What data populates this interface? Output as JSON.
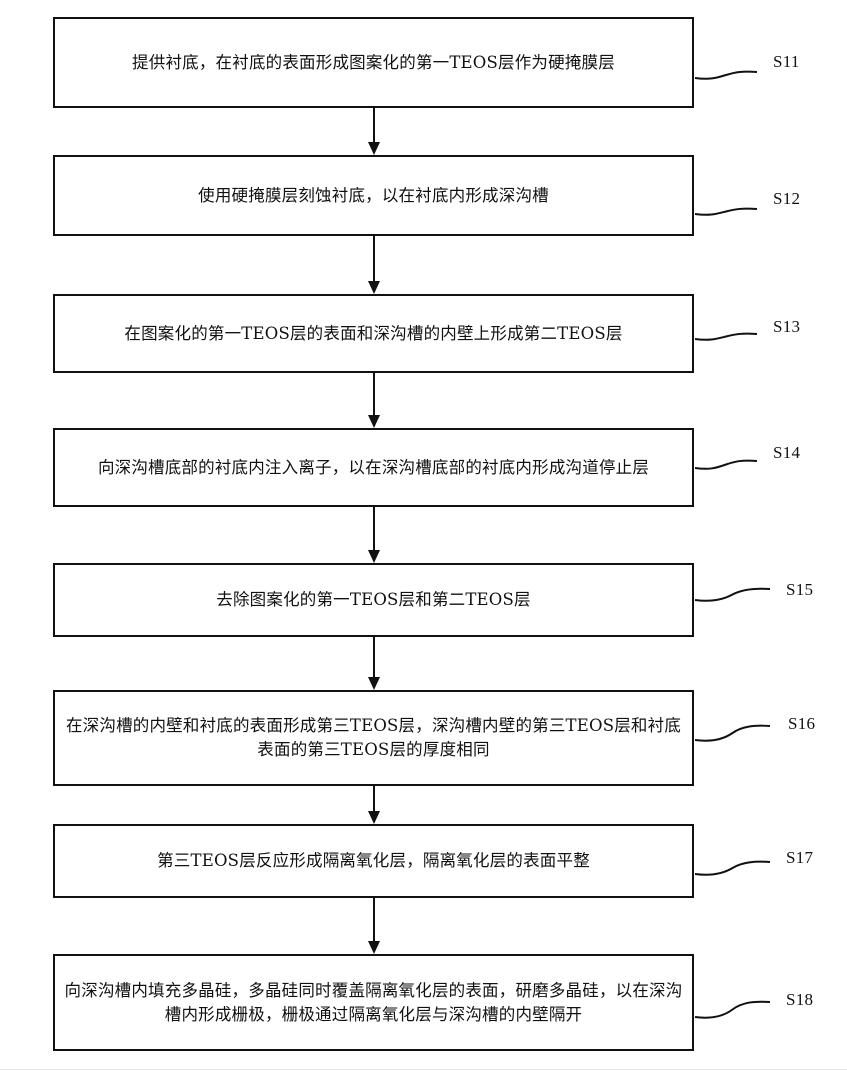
{
  "flowchart": {
    "steps": [
      {
        "id": "S11",
        "text": "提供衬底，在衬底的表面形成图案化的第一TEOS层作为硬掩膜层"
      },
      {
        "id": "S12",
        "text": "使用硬掩膜层刻蚀衬底，以在衬底内形成深沟槽"
      },
      {
        "id": "S13",
        "text": "在图案化的第一TEOS层的表面和深沟槽的内壁上形成第二TEOS层"
      },
      {
        "id": "S14",
        "text": "向深沟槽底部的衬底内注入离子，以在深沟槽底部的衬底内形成沟道停止层"
      },
      {
        "id": "S15",
        "text": "去除图案化的第一TEOS层和第二TEOS层"
      },
      {
        "id": "S16",
        "text": "在深沟槽的内壁和衬底的表面形成第三TEOS层，深沟槽内壁的第三TEOS层和衬底表面的第三TEOS层的厚度相同"
      },
      {
        "id": "S17",
        "text": "第三TEOS层反应形成隔离氧化层，隔离氧化层的表面平整"
      },
      {
        "id": "S18",
        "text": "向深沟槽内填充多晶硅，多晶硅同时覆盖隔离氧化层的表面，研磨多晶硅，以在深沟槽内形成栅极，栅极通过隔离氧化层与深沟槽的内壁隔开"
      }
    ],
    "colors": {
      "line": "#111111",
      "background": "#ffffff"
    }
  }
}
